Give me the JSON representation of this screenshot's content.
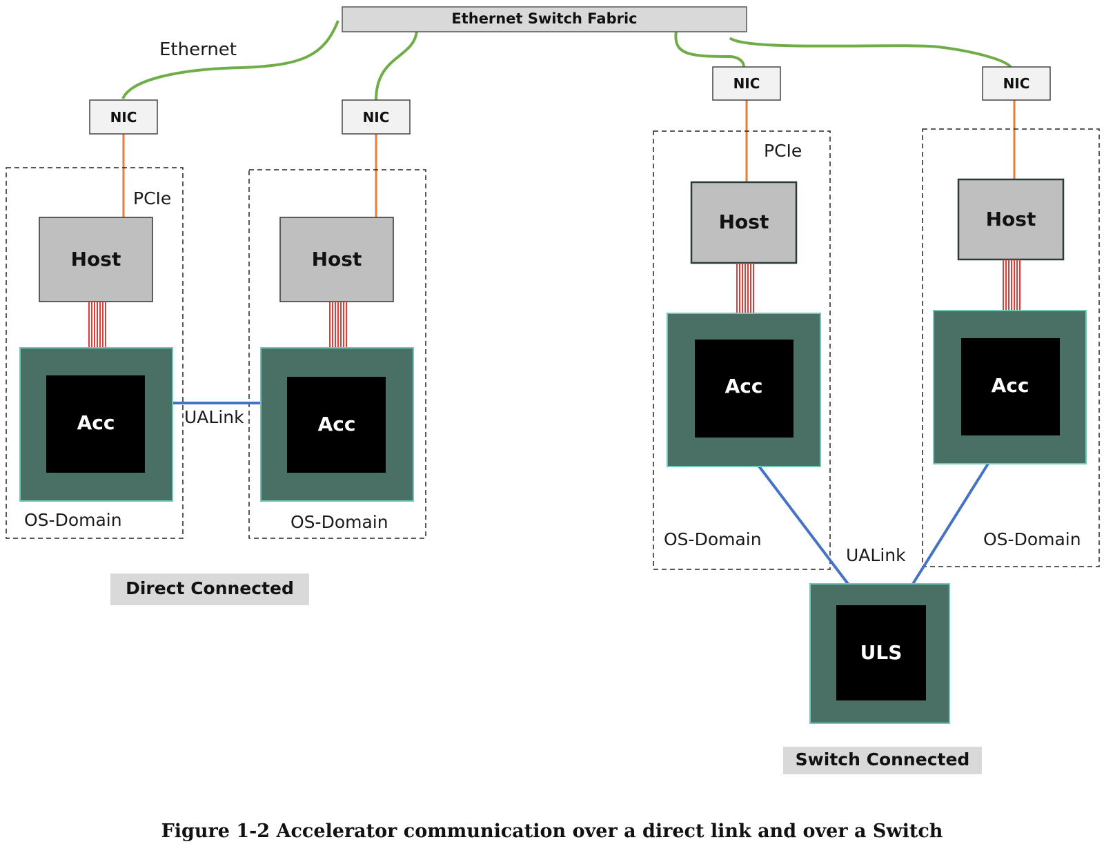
{
  "fabric": {
    "label": "Ethernet Switch Fabric"
  },
  "ethernet_label": "Ethernet",
  "nic_label": "NIC",
  "pcie_label": "PCIe",
  "host_label": "Host",
  "acc_label": "Acc",
  "os_domain_label": "OS-Domain",
  "ualink_label": "UALink",
  "uls_label": "ULS",
  "direct_label": "Direct Connected",
  "switch_label": "Switch Connected",
  "caption": "Figure 1-2 Accelerator communication over a direct link and over a Switch",
  "colors": {
    "ethernet_cable": "#70ad47",
    "pcie_link": "#ed7d31",
    "host_bus": "#e53935",
    "ualink": "#4472c4",
    "chip_package": "#4a7066",
    "chip_die": "#000000",
    "host_fill": "#bfbfbf",
    "nic_fill": "#f2f2f2",
    "tag_fill": "#d9d9d9"
  }
}
